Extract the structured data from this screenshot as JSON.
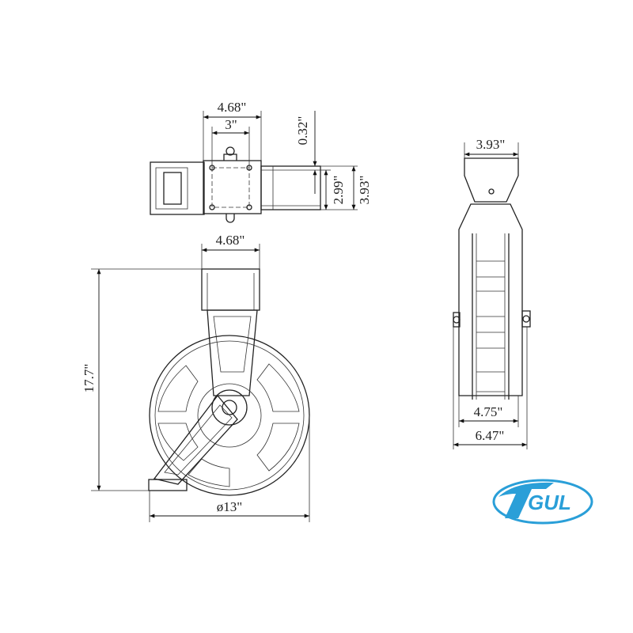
{
  "dimensions": {
    "top_view": {
      "outer_width": "4.68\"",
      "mount_width": "3\"",
      "offset": "0.32\"",
      "mount_depth": "2.99\"",
      "outer_depth": "3.93\""
    },
    "front_view": {
      "bracket_width": "4.68\"",
      "height": "17.7\"",
      "diameter": "ø13\""
    },
    "side_view": {
      "bracket_width": "3.93\"",
      "inner_width": "4.75\"",
      "overall_width": "6.47\""
    }
  },
  "logo": {
    "text": "TGUL",
    "color": "#2a9fd8"
  }
}
